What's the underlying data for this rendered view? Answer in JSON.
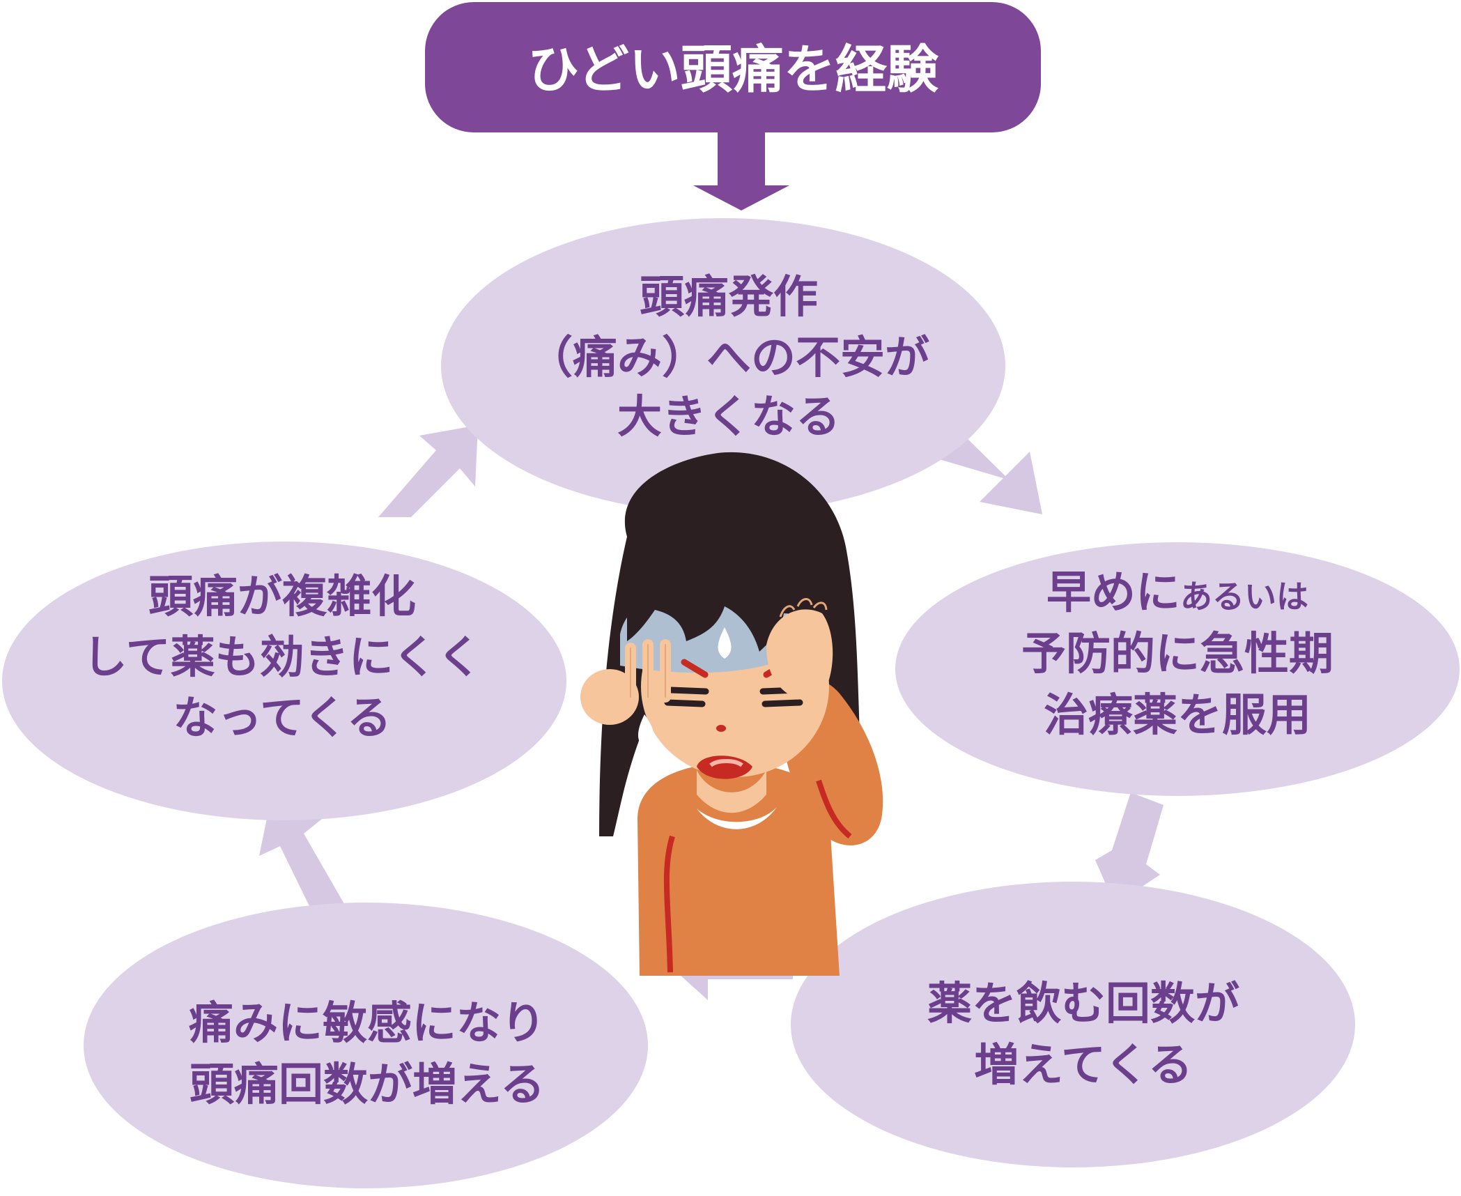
{
  "colors": {
    "title_box": "#7e4797",
    "ellipse_fill": "#ddd2e8",
    "text": "#6c3f8c",
    "arrow": "#d6c7e3",
    "white": "#ffffff"
  },
  "title": "ひどい頭痛を経験",
  "nodes": {
    "top": {
      "lines": [
        "頭痛発作",
        "（痛み）への不安が",
        "大きくなる"
      ]
    },
    "right": {
      "line1_big": "早めに",
      "line1_small": "あるいは",
      "lines_rest": [
        "予防的に急性期",
        "治療薬を服用"
      ]
    },
    "bottom_right": {
      "lines": [
        "薬を飲む回数が",
        "増えてくる"
      ]
    },
    "bottom_left": {
      "lines": [
        "痛みに敏感になり",
        "頭痛回数が増える"
      ]
    },
    "left": {
      "lines": [
        "頭痛が複雑化",
        "して薬も効きにくく",
        "なってくる"
      ]
    }
  },
  "illustration": {
    "icon": "headache-woman-icon"
  }
}
